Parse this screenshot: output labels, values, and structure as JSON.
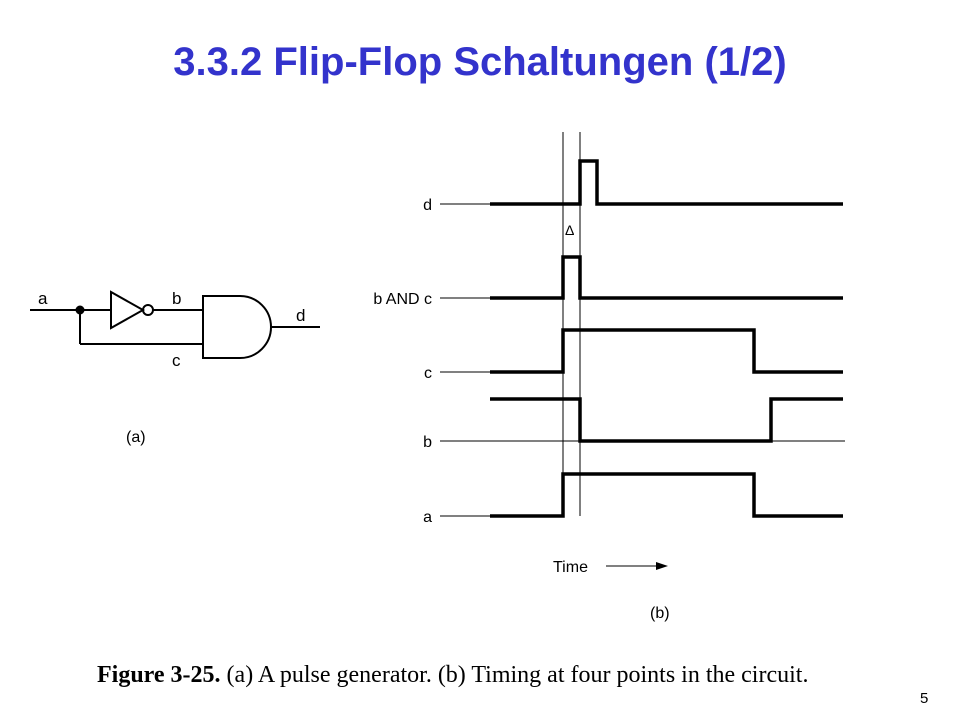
{
  "slide": {
    "title": "3.3.2  Flip-Flop Schaltungen  (1/2)",
    "page_number": "5"
  },
  "circuit": {
    "label_a": "a",
    "label_b": "b",
    "label_c": "c",
    "label_d": "d",
    "part_label": "(a)"
  },
  "timing": {
    "signal_d": "d",
    "signal_b_and_c": "b AND c",
    "signal_c": "c",
    "signal_b": "b",
    "signal_a": "a",
    "delta_label": "Δ",
    "time_label": "Time",
    "part_label": "(b)"
  },
  "caption": {
    "figure_label": "Figure 3-25.",
    "text": "(a) A pulse generator. (b) Timing at four points in the circuit."
  }
}
